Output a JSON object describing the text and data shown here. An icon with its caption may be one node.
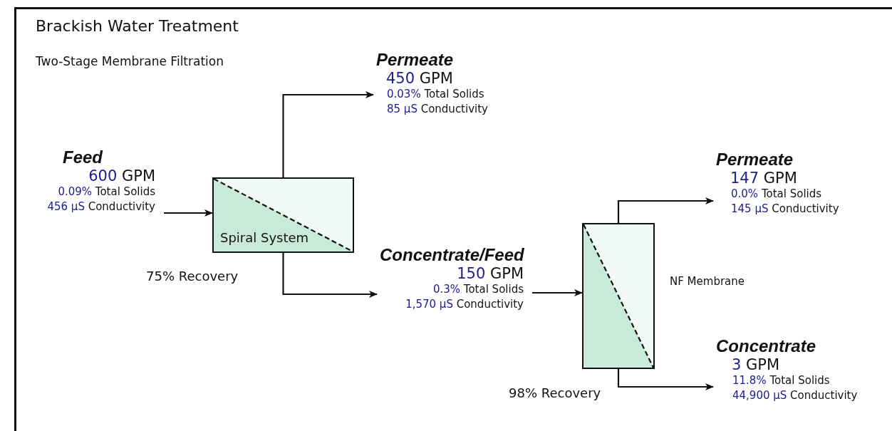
{
  "diagram": {
    "title": "Brackish Water Treatment",
    "nodes": [
      {
        "text": [
          "Feed",
          "600 GPM",
          "0.09% Total Solids",
          "456 µS Conductivity"
        ]
      },
      {
        "text": [
          "Spiral System"
        ],
        "beside": [
          "75% Recovery"
        ]
      },
      {
        "text": [
          "Permeate",
          "450 GPM",
          "0.03% Total Solids",
          "85 µS Conductivity"
        ]
      },
      {
        "text": [
          "Concentrate/Feed",
          "150 GPM",
          "0.3% Total Solids",
          "1,570 µS Conductivity"
        ]
      },
      {
        "text": [],
        "shape": "box",
        "beside": [
          "98% Recovery",
          "NF Membrane"
        ]
      },
      {
        "text": [
          "Permeate",
          "147 GPM",
          "0.0% Total Solids",
          "145 µS Conductivity"
        ]
      },
      {
        "text": [
          "Concentrate",
          "3 GPM",
          "11.8% Total Solids",
          "44,900 µS Conductivity"
        ]
      }
    ],
    "edges": [
      {
        "from": 0,
        "to": 1,
        "arrow": "to"
      },
      {
        "from": 1,
        "to": 2,
        "arrow": "to"
      },
      {
        "from": 1,
        "to": 3,
        "arrow": "to"
      },
      {
        "from": 3,
        "to": 4,
        "arrow": "to"
      },
      {
        "from": 4,
        "to": 5,
        "arrow": "to"
      },
      {
        "from": 4,
        "to": 6,
        "arrow": "to"
      }
    ],
    "labels": [
      "Two-Stage Membrane Filtration"
    ]
  }
}
